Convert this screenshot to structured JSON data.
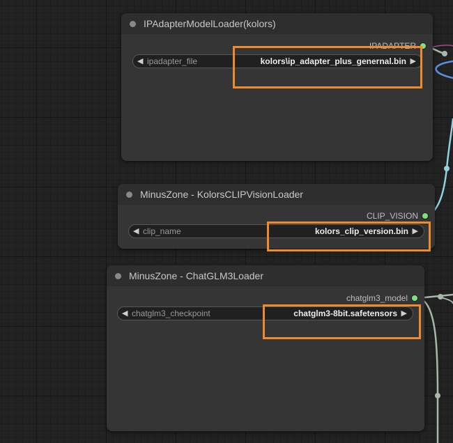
{
  "nodes": {
    "ipadapter_loader": {
      "title": "IPAdapterModelLoader(kolors)",
      "output": "IPADAPTER",
      "widget_label": "ipadapter_file",
      "widget_value": "kolors\\ip_adapter_plus_genernal.bin"
    },
    "clip_vision_loader": {
      "title": "MinusZone - KolorsCLIPVisionLoader",
      "output": "CLIP_VISION",
      "widget_label": "clip_name",
      "widget_value": "kolors_clip_version.bin"
    },
    "chatglm3_loader": {
      "title": "MinusZone - ChatGLM3Loader",
      "output": "chatglm3_model",
      "widget_label": "chatglm3_checkpoint",
      "widget_value": "chatglm3-8bit.safetensors"
    }
  },
  "icons": {
    "left_arrow": "◀",
    "right_arrow": "▶"
  },
  "colors": {
    "highlight": "#f08a2a",
    "output_dot": "#7ce37c",
    "ipadapter_wire": "#5b8fe0",
    "clip_vision_wire": "#8fd3e0",
    "chatglm_wire": "#a8b8a8"
  }
}
